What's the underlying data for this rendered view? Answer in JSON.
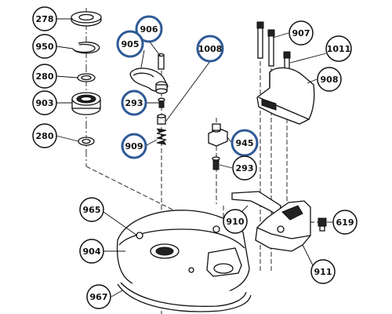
{
  "diagram": {
    "highlight_color": "#2f5a96",
    "callouts": [
      {
        "id": "278",
        "label": "278",
        "highlighted": false
      },
      {
        "id": "950",
        "label": "950",
        "highlighted": false
      },
      {
        "id": "280a",
        "label": "280",
        "highlighted": false
      },
      {
        "id": "903",
        "label": "903",
        "highlighted": false
      },
      {
        "id": "280b",
        "label": "280",
        "highlighted": false
      },
      {
        "id": "906",
        "label": "906",
        "highlighted": true
      },
      {
        "id": "905",
        "label": "905",
        "highlighted": true
      },
      {
        "id": "1008",
        "label": "1008",
        "highlighted": true
      },
      {
        "id": "293a",
        "label": "293",
        "highlighted": true
      },
      {
        "id": "909",
        "label": "909",
        "highlighted": true
      },
      {
        "id": "945",
        "label": "945",
        "highlighted": true
      },
      {
        "id": "293b",
        "label": "293",
        "highlighted": false
      },
      {
        "id": "907",
        "label": "907",
        "highlighted": false
      },
      {
        "id": "1011",
        "label": "1011",
        "highlighted": false
      },
      {
        "id": "908",
        "label": "908",
        "highlighted": false
      },
      {
        "id": "910",
        "label": "910",
        "highlighted": false
      },
      {
        "id": "619",
        "label": "619",
        "highlighted": false
      },
      {
        "id": "911",
        "label": "911",
        "highlighted": false
      },
      {
        "id": "965",
        "label": "965",
        "highlighted": false
      },
      {
        "id": "904",
        "label": "904",
        "highlighted": false
      },
      {
        "id": "967",
        "label": "967",
        "highlighted": false
      }
    ]
  }
}
